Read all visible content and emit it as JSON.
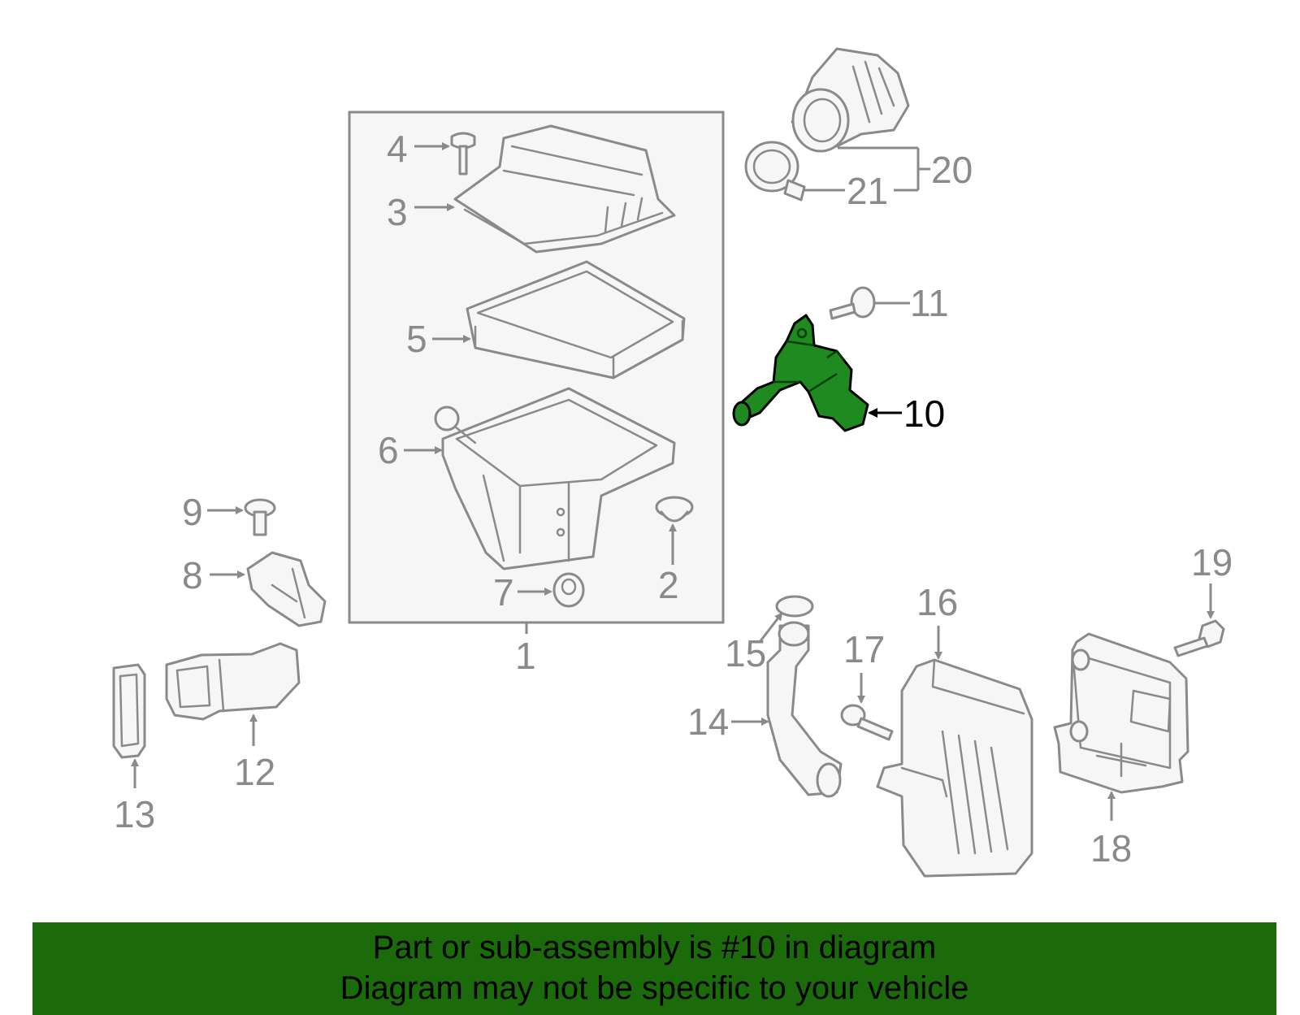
{
  "diagram": {
    "highlighted_part": "10",
    "highlight_color": "#1f8a1f",
    "callouts": {
      "c1": "1",
      "c2": "2",
      "c3": "3",
      "c4": "4",
      "c5": "5",
      "c6": "6",
      "c7": "7",
      "c8": "8",
      "c9": "9",
      "c10": "10",
      "c11": "11",
      "c12": "12",
      "c13": "13",
      "c14": "14",
      "c15": "15",
      "c16": "16",
      "c17": "17",
      "c18": "18",
      "c19": "19",
      "c20": "20",
      "c21": "21"
    }
  },
  "footer": {
    "line1": "Part or sub-assembly is #10 in diagram",
    "line2": "Diagram may not be specific to your vehicle",
    "background": "#1b6b0a"
  }
}
